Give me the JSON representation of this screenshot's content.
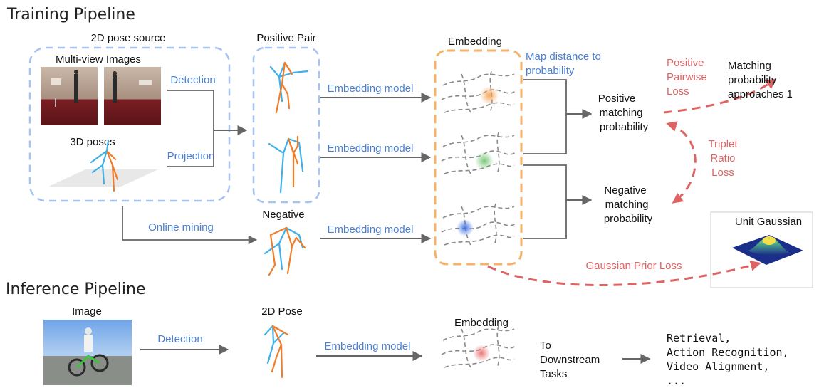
{
  "training": {
    "title": "Training Pipeline",
    "pose_source": {
      "title": "2D pose source",
      "multiview": "Multi-view Images",
      "poses3d": "3D poses",
      "detection": "Detection",
      "projection": "Projection"
    },
    "positive_pair": "Positive Pair",
    "negative": "Negative",
    "online_mining": "Online mining",
    "embedding_model": "Embedding model",
    "embedding": "Embedding",
    "map_distance": [
      "Map distance to",
      "probability"
    ],
    "positive_matching": [
      "Positive",
      "matching",
      "probability"
    ],
    "negative_matching": [
      "Negative",
      "matching",
      "probability"
    ],
    "positive_pairwise_loss": [
      "Positive",
      "Pairwise",
      "Loss"
    ],
    "matching_approaches": [
      "Matching",
      "probability",
      "approaches 1"
    ],
    "triplet_ratio_loss": [
      "Triplet",
      "Ratio",
      "Loss"
    ],
    "unit_gaussian": "Unit Gaussian",
    "gaussian_prior_loss": "Gaussian Prior Loss"
  },
  "inference": {
    "title": "Inference Pipeline",
    "image": "Image",
    "detection": "Detection",
    "pose2d": "2D Pose",
    "embedding_model": "Embedding model",
    "embedding": "Embedding",
    "downstream": [
      "To",
      "Downstream",
      "Tasks"
    ],
    "tasks": [
      "Retrieval,",
      "Action Recognition,",
      "Video Alignment,",
      "..."
    ]
  },
  "colors": {
    "blue_text": "#4a7fd1",
    "red_text": "#e06363",
    "blue_box": "#a4c2f4",
    "orange_box": "#f6b26b",
    "skeleton_blue": "#3fb0e8",
    "skeleton_orange": "#f07d2a"
  }
}
